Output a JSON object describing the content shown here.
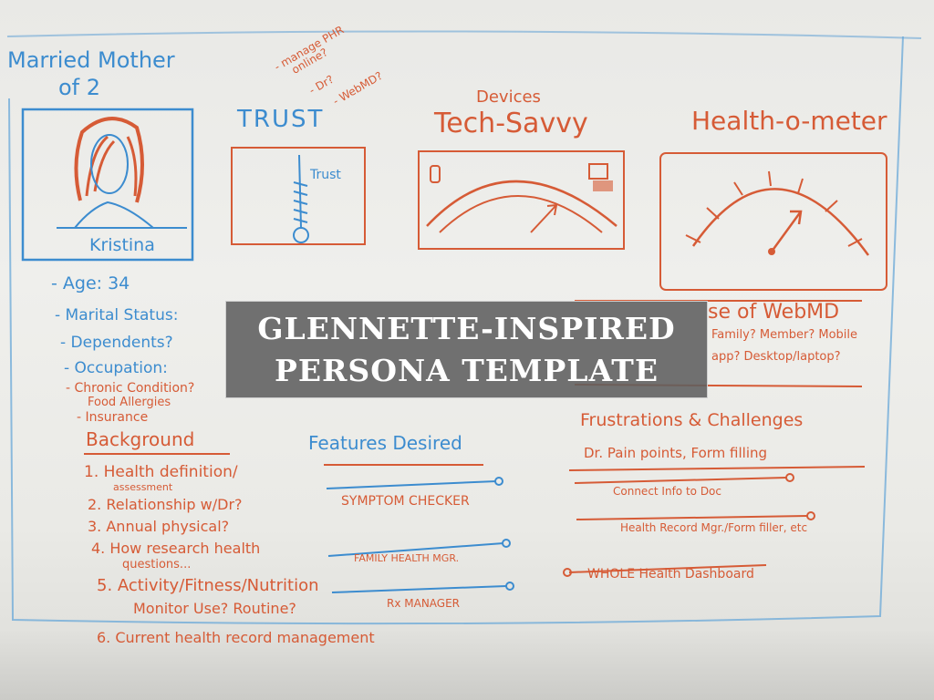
{
  "banner": {
    "line1": "GLENNETTE-INSPIRED",
    "line2": "PERSONA TEMPLATE"
  },
  "persona": {
    "title_line1": "Married Mother",
    "title_line2": "of 2",
    "name": "Kristina",
    "fields": [
      "- Age: 34",
      "- Marital Status:",
      "- Dependents?",
      "- Occupation:",
      "- Chronic Condition?",
      "Food Allergies",
      "- Insurance"
    ]
  },
  "background": {
    "heading": "Background",
    "items": [
      "1. Health definition/",
      "assessment",
      "2. Relationship w/Dr?",
      "3. Annual physical?",
      "4. How research health",
      "questions...",
      "5. Activity/Fitness/Nutrition",
      "Monitor Use? Routine?",
      "6. Current health record management"
    ]
  },
  "trust": {
    "heading": "TRUST",
    "notes": [
      "- manage PHR",
      "online?",
      "- Dr?",
      "- WebMD?"
    ],
    "meter_label": "Trust"
  },
  "tech": {
    "small_label": "Devices",
    "heading": "Tech-Savvy"
  },
  "health": {
    "heading": "Health-o-meter"
  },
  "use_webmd": {
    "heading": "se of WebMD",
    "line1": "Family? Member? Mobile",
    "line2": "app? Desktop/laptop?"
  },
  "features": {
    "heading": "Features Desired",
    "items": [
      "SYMPTOM CHECKER",
      "FAMILY HEALTH MGR.",
      "Rx MANAGER"
    ]
  },
  "frustrations": {
    "heading": "Frustrations & Challenges",
    "subtitle": "Dr. Pain points, Form filling",
    "items": [
      "Connect Info to Doc",
      "Health Record Mgr./Form filler, etc",
      "WHOLE Health Dashboard"
    ]
  }
}
